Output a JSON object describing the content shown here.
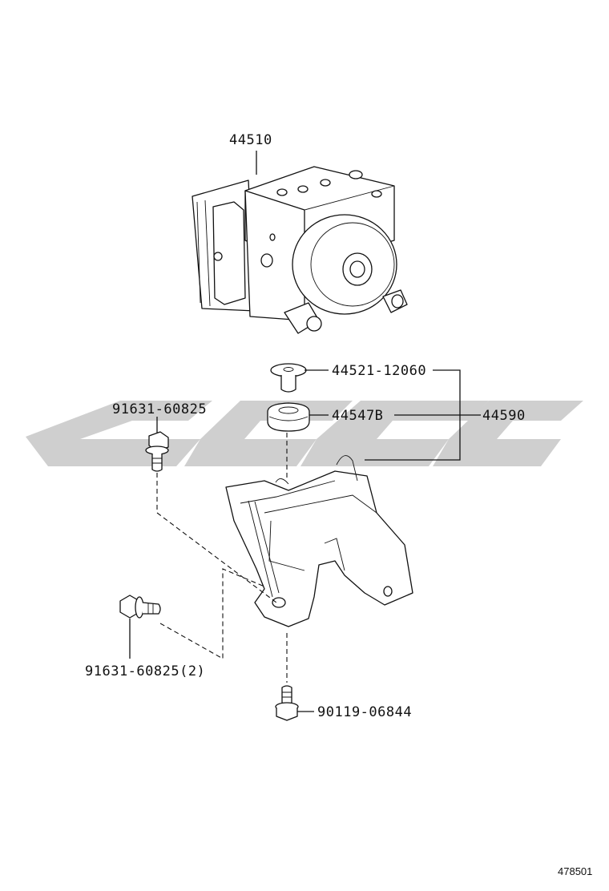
{
  "watermark": {
    "text": "GGC",
    "color": "#cccccc"
  },
  "labels": {
    "abs_unit": "44510",
    "bushing_collar": "44521-12060",
    "cushion": "44547B",
    "bracket_assy": "44590",
    "bolt_top": "91631-60825",
    "bolt_side": "91631-60825(2)",
    "bolt_bottom": "90119-06844"
  },
  "figure_number": "478501",
  "colors": {
    "line": "#111111",
    "background": "#ffffff"
  }
}
